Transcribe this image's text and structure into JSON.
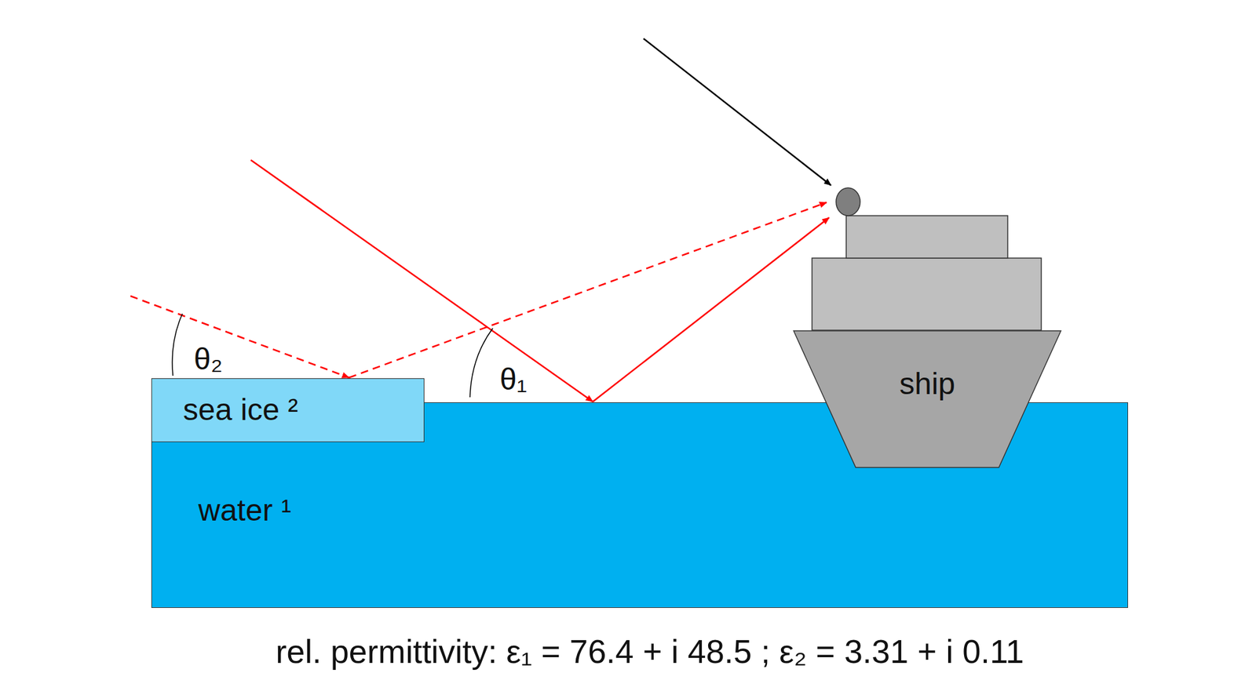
{
  "diagram": {
    "caption": "rel. permittivity: ε₁ = 76.4 + i 48.5 ; ε₂ = 3.31 + i 0.11",
    "nodes": [
      {
        "text": [
          "water ¹"
        ]
      },
      {
        "text": [
          "sea ice ²"
        ]
      },
      {
        "text": [
          "ship"
        ]
      }
    ],
    "labels": [
      "θ₂",
      "θ₁"
    ]
  }
}
